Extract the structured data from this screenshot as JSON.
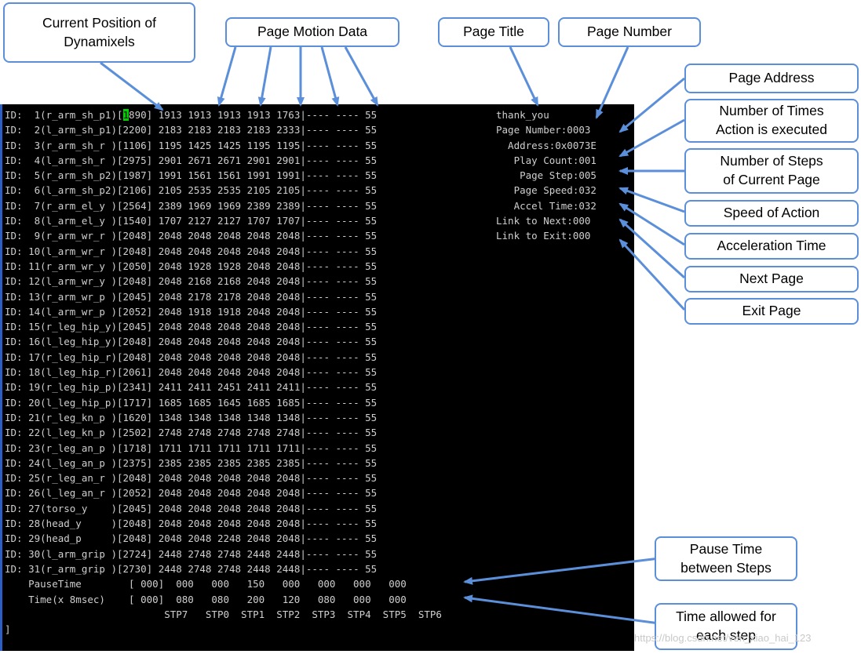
{
  "terminal": {
    "servo_rows": [
      {
        "id": "1",
        "name": "r_arm_sh_p1",
        "pos_first": "1",
        "pos_rest": "890",
        "steps": [
          "1913",
          "1913",
          "1913",
          "1913",
          "1763"
        ],
        "tail": "---- ---- 55"
      },
      {
        "id": "2",
        "name": "l_arm_sh_p1",
        "pos": "2200",
        "steps": [
          "2183",
          "2183",
          "2183",
          "2183",
          "2333"
        ],
        "tail": "---- ---- 55"
      },
      {
        "id": "3",
        "name": "r_arm_sh_r",
        "pos": "1106",
        "steps": [
          "1195",
          "1425",
          "1425",
          "1195",
          "1195"
        ],
        "tail": "---- ---- 55"
      },
      {
        "id": "4",
        "name": "l_arm_sh_r",
        "pos": "2975",
        "steps": [
          "2901",
          "2671",
          "2671",
          "2901",
          "2901"
        ],
        "tail": "---- ---- 55"
      },
      {
        "id": "5",
        "name": "r_arm_sh_p2",
        "pos": "1987",
        "steps": [
          "1991",
          "1561",
          "1561",
          "1991",
          "1991"
        ],
        "tail": "---- ---- 55"
      },
      {
        "id": "6",
        "name": "l_arm_sh_p2",
        "pos": "2106",
        "steps": [
          "2105",
          "2535",
          "2535",
          "2105",
          "2105"
        ],
        "tail": "---- ---- 55"
      },
      {
        "id": "7",
        "name": "r_arm_el_y",
        "pos": "2564",
        "steps": [
          "2389",
          "1969",
          "1969",
          "2389",
          "2389"
        ],
        "tail": "---- ---- 55"
      },
      {
        "id": "8",
        "name": "l_arm_el_y",
        "pos": "1540",
        "steps": [
          "1707",
          "2127",
          "2127",
          "1707",
          "1707"
        ],
        "tail": "---- ---- 55"
      },
      {
        "id": "9",
        "name": "r_arm_wr_r",
        "pos": "2048",
        "steps": [
          "2048",
          "2048",
          "2048",
          "2048",
          "2048"
        ],
        "tail": "---- ---- 55"
      },
      {
        "id": "10",
        "name": "l_arm_wr_r",
        "pos": "2048",
        "steps": [
          "2048",
          "2048",
          "2048",
          "2048",
          "2048"
        ],
        "tail": "---- ---- 55"
      },
      {
        "id": "11",
        "name": "r_arm_wr_y",
        "pos": "2050",
        "steps": [
          "2048",
          "1928",
          "1928",
          "2048",
          "2048"
        ],
        "tail": "---- ---- 55"
      },
      {
        "id": "12",
        "name": "l_arm_wr_y",
        "pos": "2048",
        "steps": [
          "2048",
          "2168",
          "2168",
          "2048",
          "2048"
        ],
        "tail": "---- ---- 55"
      },
      {
        "id": "13",
        "name": "r_arm_wr_p",
        "pos": "2045",
        "steps": [
          "2048",
          "2178",
          "2178",
          "2048",
          "2048"
        ],
        "tail": "---- ---- 55"
      },
      {
        "id": "14",
        "name": "l_arm_wr_p",
        "pos": "2052",
        "steps": [
          "2048",
          "1918",
          "1918",
          "2048",
          "2048"
        ],
        "tail": "---- ---- 55"
      },
      {
        "id": "15",
        "name": "r_leg_hip_y",
        "pos": "2045",
        "steps": [
          "2048",
          "2048",
          "2048",
          "2048",
          "2048"
        ],
        "tail": "---- ---- 55"
      },
      {
        "id": "16",
        "name": "l_leg_hip_y",
        "pos": "2048",
        "steps": [
          "2048",
          "2048",
          "2048",
          "2048",
          "2048"
        ],
        "tail": "---- ---- 55"
      },
      {
        "id": "17",
        "name": "r_leg_hip_r",
        "pos": "2048",
        "steps": [
          "2048",
          "2048",
          "2048",
          "2048",
          "2048"
        ],
        "tail": "---- ---- 55"
      },
      {
        "id": "18",
        "name": "l_leg_hip_r",
        "pos": "2061",
        "steps": [
          "2048",
          "2048",
          "2048",
          "2048",
          "2048"
        ],
        "tail": "---- ---- 55"
      },
      {
        "id": "19",
        "name": "r_leg_hip_p",
        "pos": "2341",
        "steps": [
          "2411",
          "2411",
          "2451",
          "2411",
          "2411"
        ],
        "tail": "---- ---- 55"
      },
      {
        "id": "20",
        "name": "l_leg_hip_p",
        "pos": "1717",
        "steps": [
          "1685",
          "1685",
          "1645",
          "1685",
          "1685"
        ],
        "tail": "---- ---- 55"
      },
      {
        "id": "21",
        "name": "r_leg_kn_p",
        "pos": "1620",
        "steps": [
          "1348",
          "1348",
          "1348",
          "1348",
          "1348"
        ],
        "tail": "---- ---- 55"
      },
      {
        "id": "22",
        "name": "l_leg_kn_p",
        "pos": "2502",
        "steps": [
          "2748",
          "2748",
          "2748",
          "2748",
          "2748"
        ],
        "tail": "---- ---- 55"
      },
      {
        "id": "23",
        "name": "r_leg_an_p",
        "pos": "1718",
        "steps": [
          "1711",
          "1711",
          "1711",
          "1711",
          "1711"
        ],
        "tail": "---- ---- 55"
      },
      {
        "id": "24",
        "name": "l_leg_an_p",
        "pos": "2375",
        "steps": [
          "2385",
          "2385",
          "2385",
          "2385",
          "2385"
        ],
        "tail": "---- ---- 55"
      },
      {
        "id": "25",
        "name": "r_leg_an_r",
        "pos": "2048",
        "steps": [
          "2048",
          "2048",
          "2048",
          "2048",
          "2048"
        ],
        "tail": "---- ---- 55"
      },
      {
        "id": "26",
        "name": "l_leg_an_r",
        "pos": "2052",
        "steps": [
          "2048",
          "2048",
          "2048",
          "2048",
          "2048"
        ],
        "tail": "---- ---- 55"
      },
      {
        "id": "27",
        "name": "torso_y",
        "pos": "2045",
        "steps": [
          "2048",
          "2048",
          "2048",
          "2048",
          "2048"
        ],
        "tail": "---- ---- 55"
      },
      {
        "id": "28",
        "name": "head_y",
        "pos": "2048",
        "steps": [
          "2048",
          "2048",
          "2048",
          "2048",
          "2048"
        ],
        "tail": "---- ---- 55"
      },
      {
        "id": "29",
        "name": "head_p",
        "pos": "2048",
        "steps": [
          "2048",
          "2048",
          "2248",
          "2048",
          "2048"
        ],
        "tail": "---- ---- 55"
      },
      {
        "id": "30",
        "name": "l_arm_grip",
        "pos": "2724",
        "steps": [
          "2448",
          "2748",
          "2748",
          "2448",
          "2448"
        ],
        "tail": "---- ---- 55"
      },
      {
        "id": "31",
        "name": "r_arm_grip",
        "pos": "2730",
        "steps": [
          "2448",
          "2748",
          "2748",
          "2448",
          "2448"
        ],
        "tail": "---- ---- 55"
      }
    ],
    "pause_row": {
      "label": "PauseTime",
      "value": "[ 000]",
      "steps": [
        "000",
        "000",
        "150",
        "000",
        "000",
        "000",
        "000"
      ]
    },
    "time_row": {
      "label": "Time(x 8msec)",
      "value": "[ 000]",
      "steps": [
        "080",
        "080",
        "200",
        "120",
        "080",
        "000",
        "000"
      ]
    },
    "step_labels": [
      "STP7",
      "STP0",
      "STP1",
      "STP2",
      "STP3",
      "STP4",
      "STP5",
      "STP6"
    ],
    "prompt": "]",
    "page_info": [
      "thank_you",
      "Page Number:0003",
      "  Address:0x0073E",
      "   Play Count:001",
      "    Page Step:005",
      "   Page Speed:032",
      "   Accel Time:032",
      "Link to Next:000",
      "Link to Exit:000"
    ]
  },
  "callouts": {
    "current_position": "Current Position of\nDynamixels",
    "page_motion_data": "Page Motion Data",
    "page_title": "Page Title",
    "page_number": "Page Number",
    "page_address": "Page Address",
    "play_count": "Number of Times\nAction is executed",
    "page_step": "Number of Steps\nof Current Page",
    "speed": "Speed of Action",
    "accel": "Acceleration Time",
    "next_page": "Next Page",
    "exit_page": "Exit Page",
    "pause_time": "Pause Time\nbetween Steps",
    "time_allowed": "Time allowed for\neach step"
  },
  "watermark": "https://blog.csdn.net/ven_xiao_hai_123",
  "colors": {
    "terminal_bg": "#000000",
    "terminal_text": "#cfcfcf",
    "callout_border": "#5b8fd9",
    "highlight": "#00d000",
    "arrow": "#5b8fd9"
  }
}
